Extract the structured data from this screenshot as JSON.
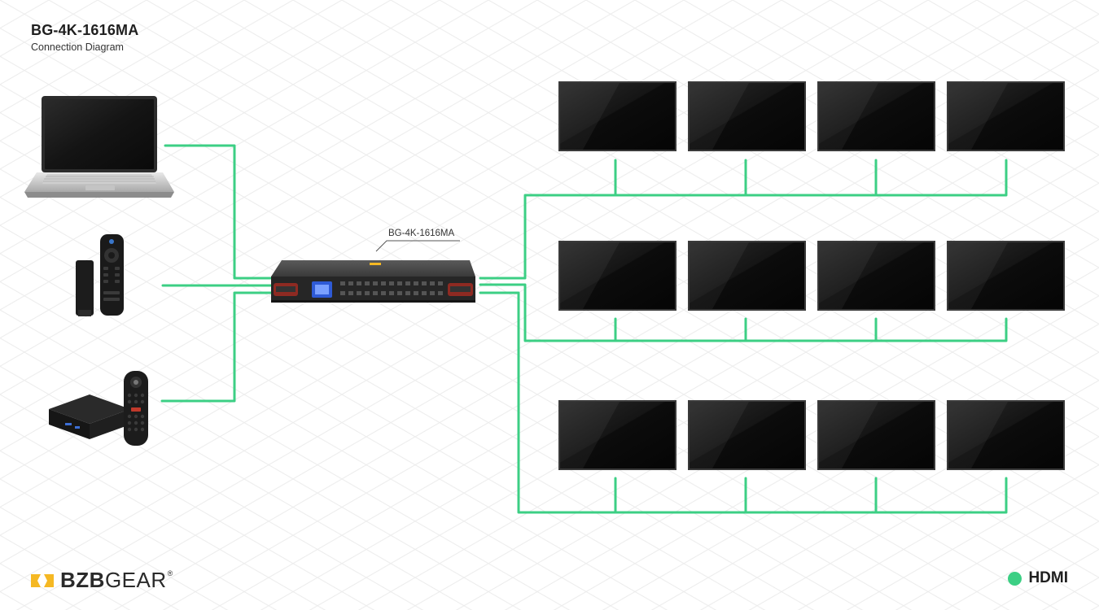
{
  "header": {
    "title": "BG-4K-1616MA",
    "subtitle": "Connection Diagram"
  },
  "device_label": "BG-4K-1616MA",
  "sources": [
    {
      "name": "laptop",
      "icon": "laptop-icon"
    },
    {
      "name": "streaming-stick",
      "icon": "streaming-stick-icon"
    },
    {
      "name": "set-top-box",
      "icon": "set-top-box-icon"
    }
  ],
  "displays": {
    "rows": 3,
    "per_row": 4,
    "icon": "tv-display-icon"
  },
  "legend": {
    "label": "HDMI",
    "color": "#3ccf84"
  },
  "brand": {
    "name_bold": "BZB",
    "name_light": "GEAR",
    "reg": "®",
    "logo_color": "#f5b823"
  },
  "colors": {
    "cable": "#3ccf84",
    "grid": "#ececec",
    "screen": "#111111"
  }
}
